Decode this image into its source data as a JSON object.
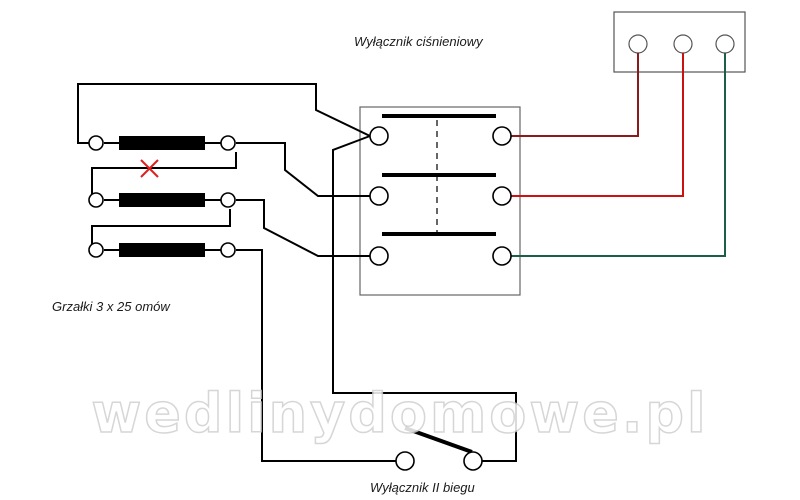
{
  "labels": {
    "pressure_switch": "Wyłącznik ciśnieniowy",
    "heaters": "Grzałki 3 x 25 omów",
    "second_gear_switch": "Wyłącznik II biegu",
    "watermark": "wedlinydomowe.pl"
  },
  "colors": {
    "wire_black": "#000000",
    "wire_brown": "#8b1a1a",
    "wire_red": "#cc1111",
    "wire_green": "#1b5e4a",
    "cross_mark": "#e02020"
  }
}
